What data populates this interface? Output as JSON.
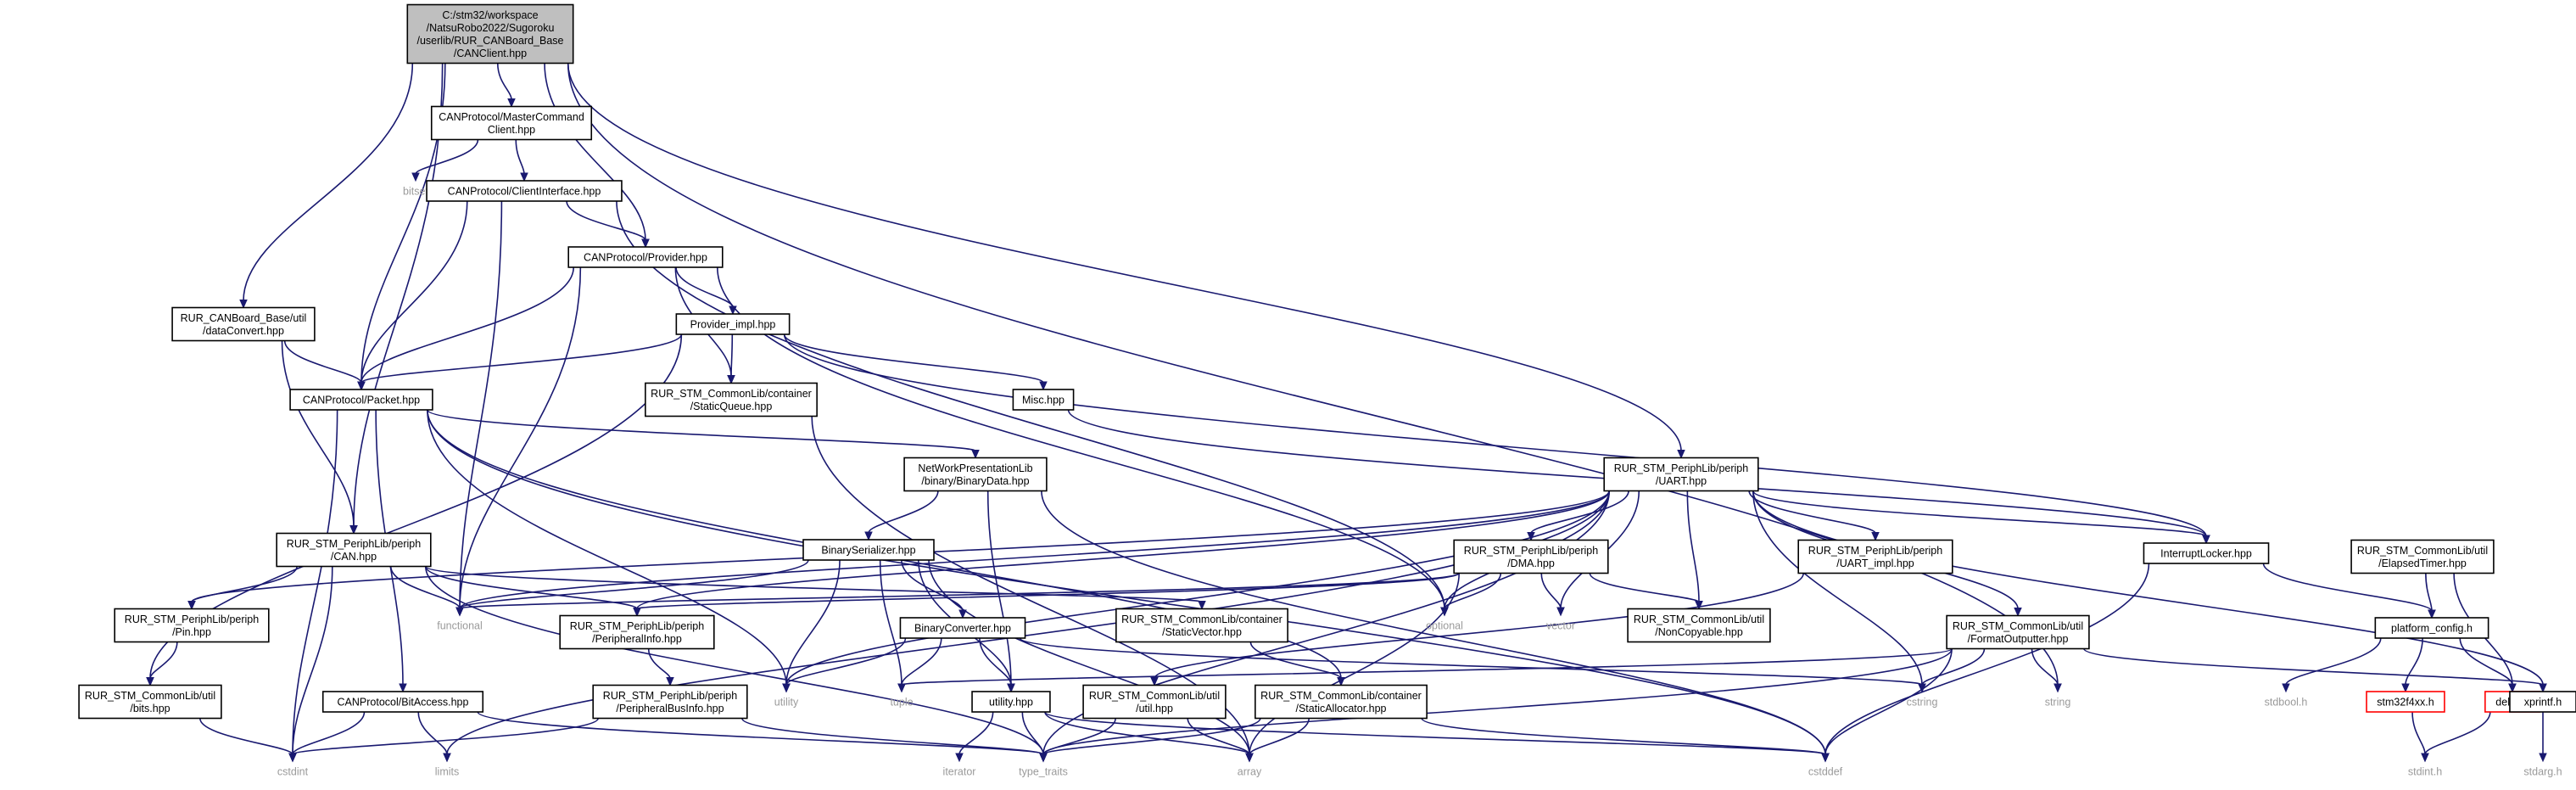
{
  "graph": {
    "nodes": [
      {
        "id": "root",
        "kind": "root",
        "lines": [
          "C:/stm32/workspace",
          "/NatsuRobo2022/Sugoroku",
          "/userlib/RUR_CANBoard_Base",
          "/CANClient.hpp"
        ]
      },
      {
        "id": "mcc",
        "kind": "box",
        "lines": [
          "CANProtocol/MasterCommand",
          "Client.hpp"
        ]
      },
      {
        "id": "bitset",
        "kind": "plain",
        "lines": [
          "bitset"
        ]
      },
      {
        "id": "ci",
        "kind": "box",
        "lines": [
          "CANProtocol/ClientInterface.hpp"
        ]
      },
      {
        "id": "prov",
        "kind": "box",
        "lines": [
          "CANProtocol/Provider.hpp"
        ]
      },
      {
        "id": "provi",
        "kind": "box",
        "lines": [
          "Provider_impl.hpp"
        ]
      },
      {
        "id": "dc",
        "kind": "box",
        "lines": [
          "RUR_CANBoard_Base/util",
          "/dataConvert.hpp"
        ]
      },
      {
        "id": "packet",
        "kind": "box",
        "lines": [
          "CANProtocol/Packet.hpp"
        ]
      },
      {
        "id": "sq",
        "kind": "box",
        "lines": [
          "RUR_STM_CommonLib/container",
          "/StaticQueue.hpp"
        ]
      },
      {
        "id": "misc",
        "kind": "box",
        "lines": [
          "Misc.hpp"
        ]
      },
      {
        "id": "bd",
        "kind": "box",
        "lines": [
          "NetWorkPresentationLib",
          "/binary/BinaryData.hpp"
        ]
      },
      {
        "id": "uart",
        "kind": "box",
        "lines": [
          "RUR_STM_PeriphLib/periph",
          "/UART.hpp"
        ]
      },
      {
        "id": "can",
        "kind": "box",
        "lines": [
          "RUR_STM_PeriphLib/periph",
          "/CAN.hpp"
        ]
      },
      {
        "id": "bs",
        "kind": "box",
        "lines": [
          "BinarySerializer.hpp"
        ]
      },
      {
        "id": "dma",
        "kind": "box",
        "lines": [
          "RUR_STM_PeriphLib/periph",
          "/DMA.hpp"
        ]
      },
      {
        "id": "uarti",
        "kind": "box",
        "lines": [
          "RUR_STM_PeriphLib/periph",
          "/UART_impl.hpp"
        ]
      },
      {
        "id": "il",
        "kind": "box",
        "lines": [
          "InterruptLocker.hpp"
        ]
      },
      {
        "id": "et",
        "kind": "box",
        "lines": [
          "RUR_STM_CommonLib/util",
          "/ElapsedTimer.hpp"
        ]
      },
      {
        "id": "pin",
        "kind": "box",
        "lines": [
          "RUR_STM_PeriphLib/periph",
          "/Pin.hpp"
        ]
      },
      {
        "id": "functional",
        "kind": "plain",
        "lines": [
          "functional"
        ]
      },
      {
        "id": "pinfo",
        "kind": "box",
        "lines": [
          "RUR_STM_PeriphLib/periph",
          "/PeripheralInfo.hpp"
        ]
      },
      {
        "id": "bconv",
        "kind": "box",
        "lines": [
          "BinaryConverter.hpp"
        ]
      },
      {
        "id": "sv",
        "kind": "box",
        "lines": [
          "RUR_STM_CommonLib/container",
          "/StaticVector.hpp"
        ]
      },
      {
        "id": "optional",
        "kind": "plain",
        "lines": [
          "optional"
        ]
      },
      {
        "id": "vector",
        "kind": "plain",
        "lines": [
          "vector"
        ]
      },
      {
        "id": "nc",
        "kind": "box",
        "lines": [
          "RUR_STM_CommonLib/util",
          "/NonCopyable.hpp"
        ]
      },
      {
        "id": "fo",
        "kind": "box",
        "lines": [
          "RUR_STM_CommonLib/util",
          "/FormatOutputter.hpp"
        ]
      },
      {
        "id": "pc",
        "kind": "box",
        "lines": [
          "platform_config.h"
        ]
      },
      {
        "id": "bits",
        "kind": "box",
        "lines": [
          "RUR_STM_CommonLib/util",
          "/bits.hpp"
        ]
      },
      {
        "id": "ba",
        "kind": "box",
        "lines": [
          "CANProtocol/BitAccess.hpp"
        ]
      },
      {
        "id": "pbi",
        "kind": "box",
        "lines": [
          "RUR_STM_PeriphLib/periph",
          "/PeripheralBusInfo.hpp"
        ]
      },
      {
        "id": "utility",
        "kind": "plain",
        "lines": [
          "utility"
        ]
      },
      {
        "id": "tuple",
        "kind": "plain",
        "lines": [
          "tuple"
        ]
      },
      {
        "id": "uhpp",
        "kind": "box",
        "lines": [
          "utility.hpp"
        ]
      },
      {
        "id": "cutil",
        "kind": "box",
        "lines": [
          "RUR_STM_CommonLib/util",
          "/util.hpp"
        ]
      },
      {
        "id": "sa",
        "kind": "box",
        "lines": [
          "RUR_STM_CommonLib/container",
          "/StaticAllocator.hpp"
        ]
      },
      {
        "id": "cstring",
        "kind": "plain",
        "lines": [
          "cstring"
        ]
      },
      {
        "id": "string",
        "kind": "plain",
        "lines": [
          "string"
        ]
      },
      {
        "id": "stdbool",
        "kind": "plain",
        "lines": [
          "stdbool.h"
        ]
      },
      {
        "id": "stm32",
        "kind": "missing",
        "lines": [
          "stm32f4xx.h"
        ]
      },
      {
        "id": "delay",
        "kind": "missing",
        "lines": [
          "delay.h"
        ]
      },
      {
        "id": "xprintf",
        "kind": "box",
        "lines": [
          "xprintf.h"
        ]
      },
      {
        "id": "cstdint",
        "kind": "plain",
        "lines": [
          "cstdint"
        ]
      },
      {
        "id": "limits",
        "kind": "plain",
        "lines": [
          "limits"
        ]
      },
      {
        "id": "iterator",
        "kind": "plain",
        "lines": [
          "iterator"
        ]
      },
      {
        "id": "tt",
        "kind": "plain",
        "lines": [
          "type_traits"
        ]
      },
      {
        "id": "array",
        "kind": "plain",
        "lines": [
          "array"
        ]
      },
      {
        "id": "cstddef",
        "kind": "plain",
        "lines": [
          "cstddef"
        ]
      },
      {
        "id": "stdint",
        "kind": "plain",
        "lines": [
          "stdint.h"
        ]
      },
      {
        "id": "stdarg",
        "kind": "plain",
        "lines": [
          "stdarg.h"
        ]
      }
    ],
    "edges": [
      [
        "root",
        "mcc"
      ],
      [
        "root",
        "prov"
      ],
      [
        "root",
        "dc"
      ],
      [
        "root",
        "packet"
      ],
      [
        "root",
        "can"
      ],
      [
        "root",
        "uart"
      ],
      [
        "root",
        "string"
      ],
      [
        "mcc",
        "bitset"
      ],
      [
        "mcc",
        "ci"
      ],
      [
        "ci",
        "prov"
      ],
      [
        "ci",
        "packet"
      ],
      [
        "ci",
        "functional"
      ],
      [
        "ci",
        "optional"
      ],
      [
        "prov",
        "provi"
      ],
      [
        "prov",
        "packet"
      ],
      [
        "prov",
        "sq"
      ],
      [
        "prov",
        "functional"
      ],
      [
        "prov",
        "optional"
      ],
      [
        "provi",
        "sq"
      ],
      [
        "provi",
        "packet"
      ],
      [
        "provi",
        "misc"
      ],
      [
        "provi",
        "il"
      ],
      [
        "provi",
        "bits"
      ],
      [
        "dc",
        "packet"
      ],
      [
        "dc",
        "can"
      ],
      [
        "packet",
        "bd"
      ],
      [
        "packet",
        "ba"
      ],
      [
        "packet",
        "cstdint"
      ],
      [
        "packet",
        "utility"
      ],
      [
        "packet",
        "sa"
      ],
      [
        "packet",
        "cstddef"
      ],
      [
        "sq",
        "array"
      ],
      [
        "misc",
        "il"
      ],
      [
        "bd",
        "bs"
      ],
      [
        "bd",
        "uhpp"
      ],
      [
        "bd",
        "cstddef"
      ],
      [
        "uart",
        "dma"
      ],
      [
        "uart",
        "uarti"
      ],
      [
        "uart",
        "il"
      ],
      [
        "uart",
        "fo"
      ],
      [
        "uart",
        "pin"
      ],
      [
        "uart",
        "pinfo"
      ],
      [
        "uart",
        "nc"
      ],
      [
        "uart",
        "optional"
      ],
      [
        "uart",
        "vector"
      ],
      [
        "uart",
        "cstring"
      ],
      [
        "uart",
        "functional"
      ],
      [
        "uart",
        "utility"
      ],
      [
        "uart",
        "limits"
      ],
      [
        "uart",
        "xprintf"
      ],
      [
        "uart",
        "tt"
      ],
      [
        "can",
        "pin"
      ],
      [
        "can",
        "pinfo"
      ],
      [
        "can",
        "sv"
      ],
      [
        "can",
        "functional"
      ],
      [
        "can",
        "cstdint"
      ],
      [
        "can",
        "tt"
      ],
      [
        "bs",
        "bconv"
      ],
      [
        "bs",
        "functional"
      ],
      [
        "bs",
        "utility"
      ],
      [
        "bs",
        "tuple"
      ],
      [
        "bs",
        "uhpp"
      ],
      [
        "bs",
        "array"
      ],
      [
        "dma",
        "pinfo"
      ],
      [
        "dma",
        "nc"
      ],
      [
        "dma",
        "functional"
      ],
      [
        "dma",
        "optional"
      ],
      [
        "dma",
        "vector"
      ],
      [
        "dma",
        "array"
      ],
      [
        "uarti",
        "cutil"
      ],
      [
        "il",
        "pc"
      ],
      [
        "il",
        "cstddef"
      ],
      [
        "et",
        "pc"
      ],
      [
        "et",
        "delay"
      ],
      [
        "pin",
        "bits"
      ],
      [
        "pinfo",
        "pbi"
      ],
      [
        "bconv",
        "uhpp"
      ],
      [
        "bconv",
        "tuple"
      ],
      [
        "bconv",
        "utility"
      ],
      [
        "bconv",
        "cstring"
      ],
      [
        "sv",
        "sa"
      ],
      [
        "fo",
        "xprintf"
      ],
      [
        "fo",
        "cstring"
      ],
      [
        "fo",
        "string"
      ],
      [
        "fo",
        "tt"
      ],
      [
        "fo",
        "cstddef"
      ],
      [
        "fo",
        "tuple"
      ],
      [
        "pc",
        "stdbool"
      ],
      [
        "pc",
        "stm32"
      ],
      [
        "pc",
        "delay"
      ],
      [
        "bits",
        "cstdint"
      ],
      [
        "ba",
        "cstdint"
      ],
      [
        "ba",
        "limits"
      ],
      [
        "ba",
        "tt"
      ],
      [
        "pbi",
        "tt"
      ],
      [
        "pbi",
        "cstdint"
      ],
      [
        "uhpp",
        "iterator"
      ],
      [
        "uhpp",
        "tt"
      ],
      [
        "uhpp",
        "array"
      ],
      [
        "uhpp",
        "cstddef"
      ],
      [
        "cutil",
        "tt"
      ],
      [
        "cutil",
        "array"
      ],
      [
        "sa",
        "tt"
      ],
      [
        "sa",
        "array"
      ],
      [
        "sa",
        "cstddef"
      ],
      [
        "stm32",
        "stdint"
      ],
      [
        "delay",
        "stdint"
      ],
      [
        "xprintf",
        "stdarg"
      ]
    ]
  }
}
